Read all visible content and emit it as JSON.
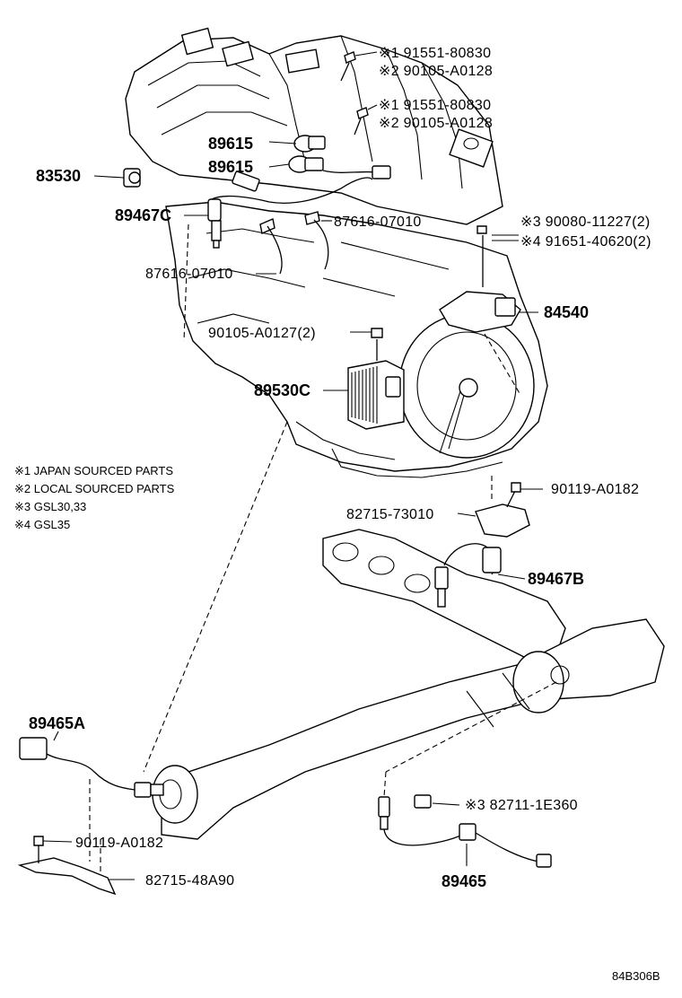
{
  "labels": {
    "p91551_top": "※1 91551-80830",
    "p90105_top": "※2 90105-A0128",
    "p91551_mid": "※1 91551-80830",
    "p90105_mid": "※2 90105-A0128",
    "p89615_a": "89615",
    "p89615_b": "89615",
    "p83530": "83530",
    "p89467C": "89467C",
    "p87616_a": "87616-07010",
    "p87616_b": "87616-07010",
    "p90080": "※3 90080-11227(2)",
    "p91651": "※4 91651-40620(2)",
    "p84540": "84540",
    "p90105_a0127": "90105-A0127(2)",
    "p89530C": "89530C",
    "p90119_right": "90119-A0182",
    "p82715_73010": "82715-73010",
    "p89467B": "89467B",
    "p89465A": "89465A",
    "p90119_left": "90119-A0182",
    "p82715_48A90": "82715-48A90",
    "p82711": "※3 82711-1E360",
    "p89465": "89465"
  },
  "notes": [
    "※1 JAPAN SOURCED PARTS",
    "※2 LOCAL SOURCED PARTS",
    "※3 GSL30,33",
    "※4 GSL35"
  ],
  "drawing_code": "84B306B"
}
